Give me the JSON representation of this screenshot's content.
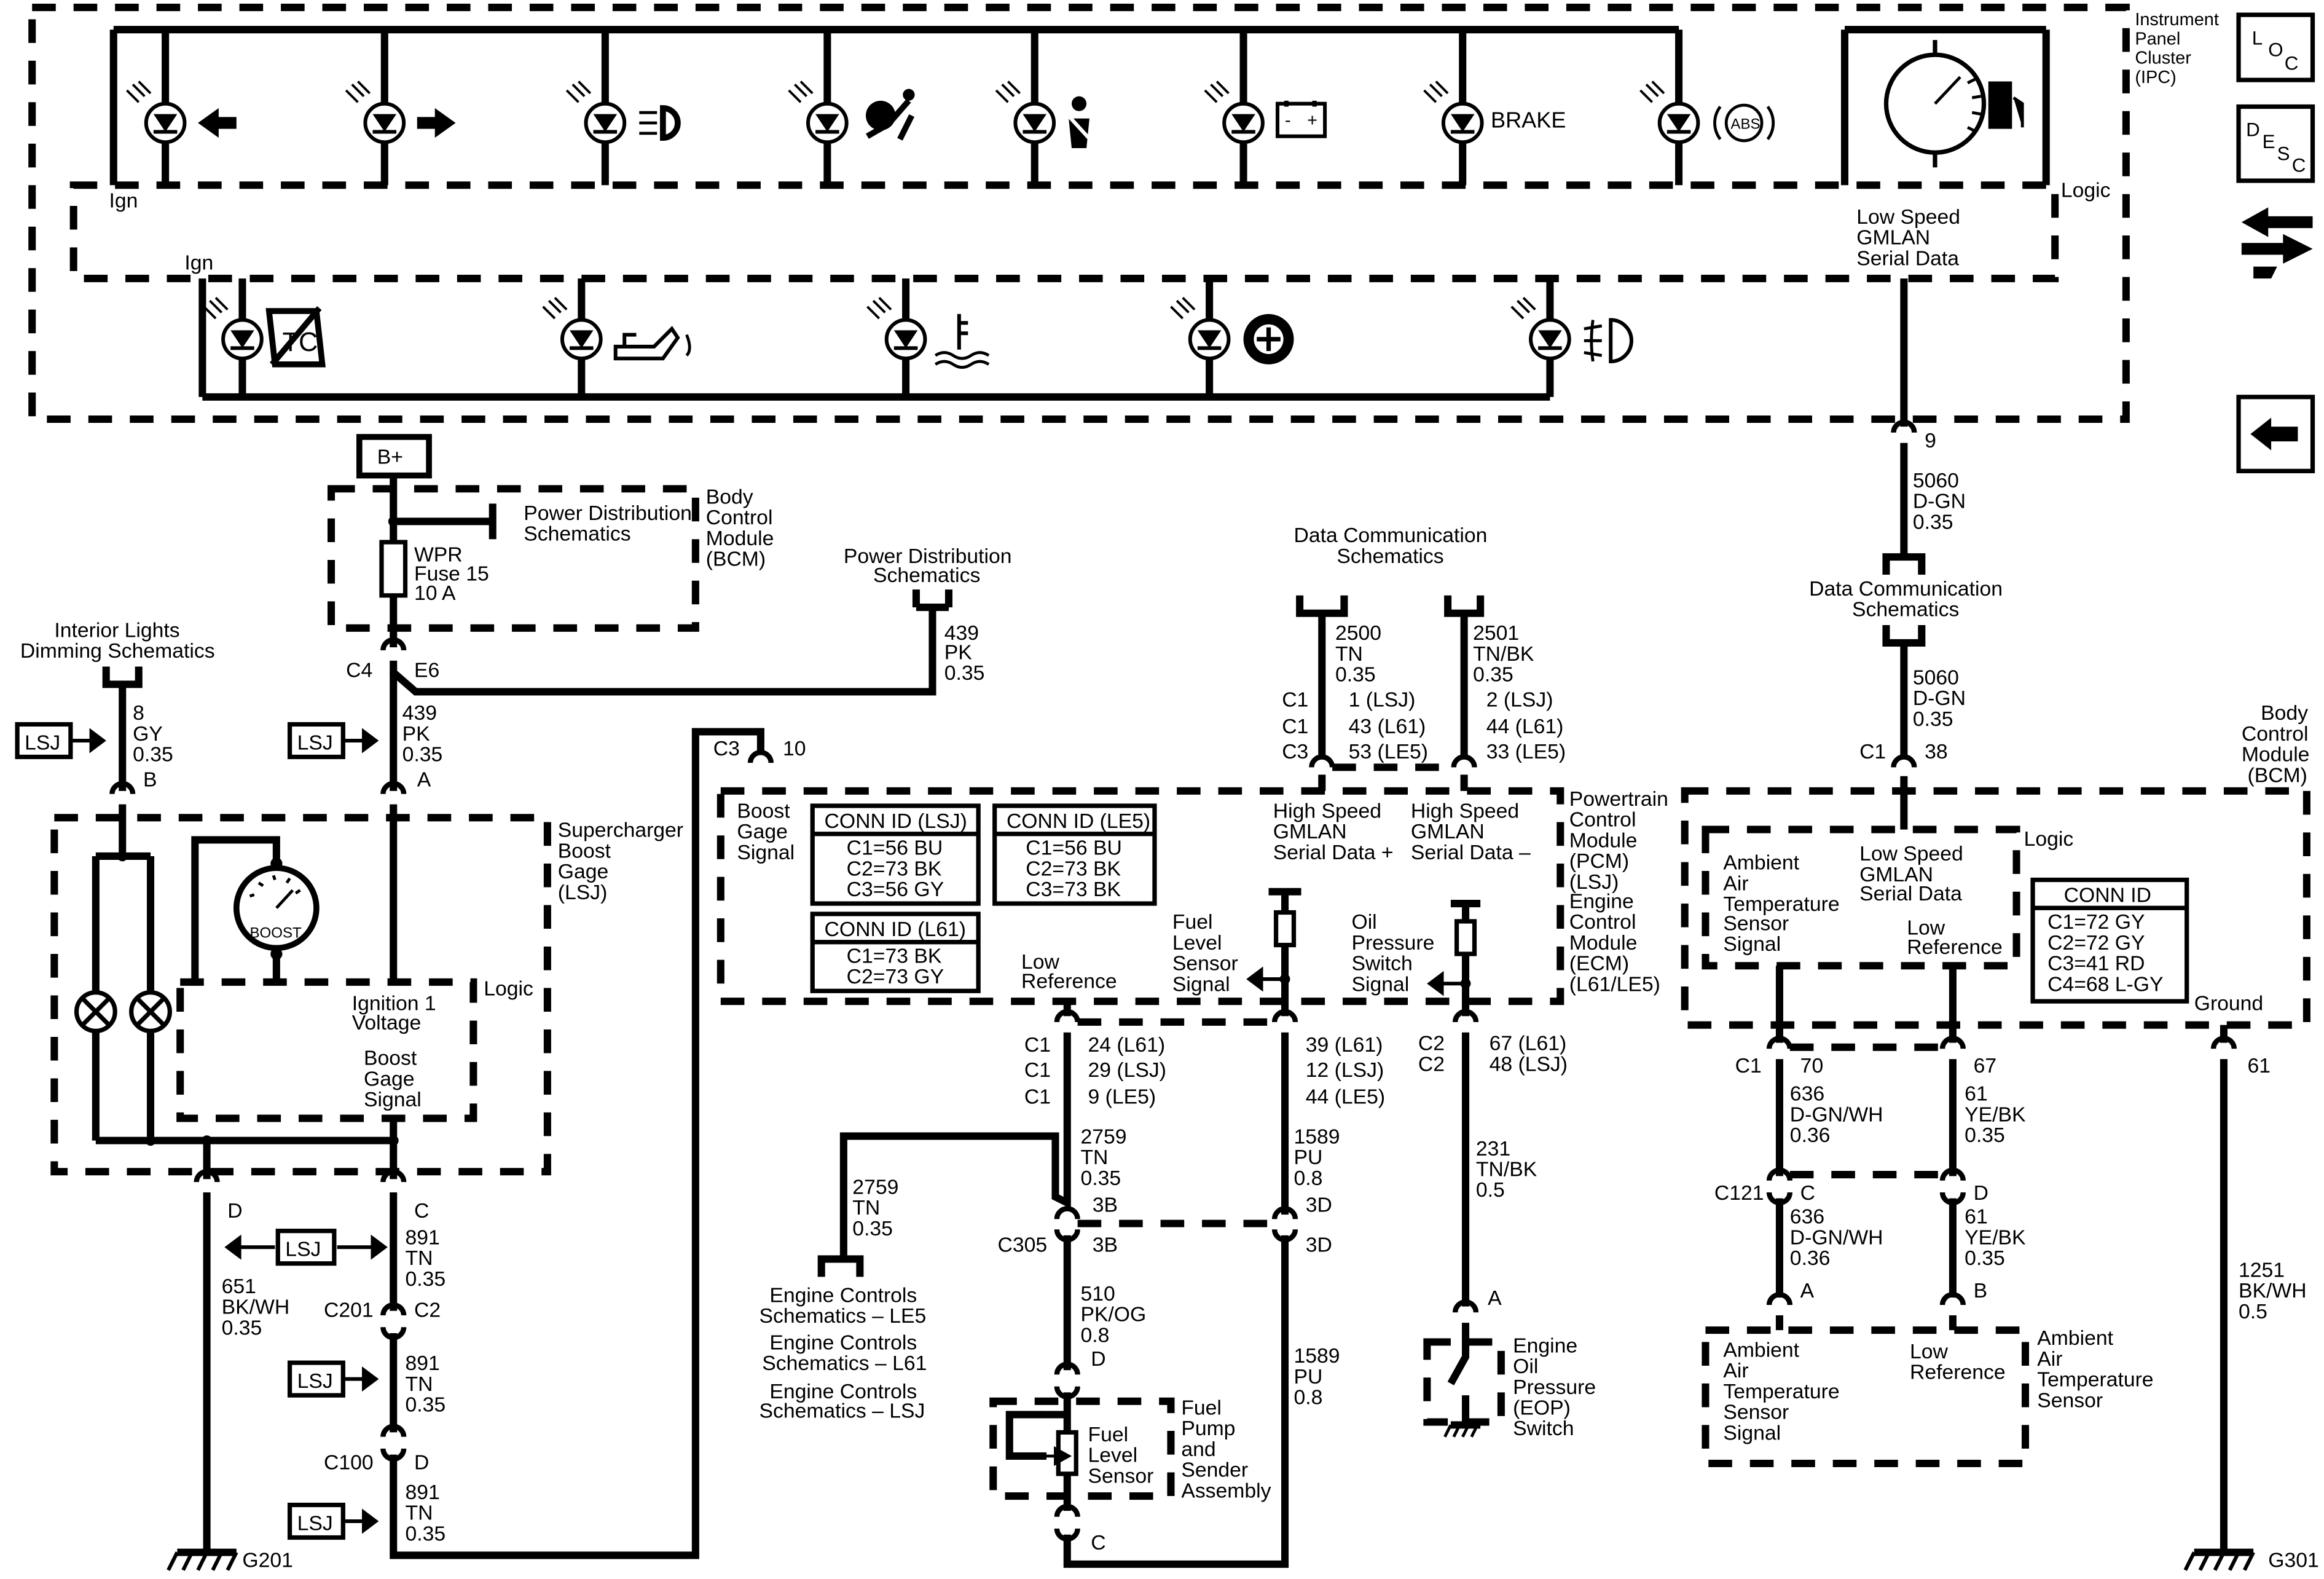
{
  "ipc": {
    "label": [
      "Instrument",
      "Panel",
      "Cluster",
      "(IPC)"
    ],
    "logic": "Logic",
    "ign_top": "Ign",
    "ign_bottom": "Ign",
    "brake": "BRAKE",
    "abs": "ABS",
    "lsgmlan": [
      "Low Speed",
      "GMLAN",
      "Serial Data"
    ]
  },
  "nav": {
    "loc": [
      "L",
      "O",
      "C"
    ],
    "desc": [
      "D",
      "E",
      "S",
      "C"
    ]
  },
  "bplus": "B+",
  "bcm_fuse": {
    "pds": [
      "Power Distribution",
      "Schematics"
    ],
    "module": [
      "Body",
      "Control",
      "Module",
      "(BCM)"
    ],
    "fuse": [
      "WPR",
      "Fuse 15",
      "10 A"
    ],
    "c4": "C4",
    "e6": "E6"
  },
  "pds_center": [
    "Power Distribution",
    "Schematics"
  ],
  "wire_439_right": [
    "439",
    "PK",
    "0.35"
  ],
  "wire_439_left": [
    "439",
    "PK",
    "0.35"
  ],
  "lsj": "LSJ",
  "interior": [
    "Interior Lights",
    "Dimming Schematics"
  ],
  "wire_8": [
    "8",
    "GY",
    "0.35"
  ],
  "pinB": "B",
  "pinA": "A",
  "boost": {
    "name": [
      "Supercharger",
      "Boost",
      "Gage",
      "(LSJ)"
    ],
    "gauge": "BOOST",
    "logic": "Logic",
    "ign1": [
      "Ignition 1",
      "Voltage"
    ],
    "sig": [
      "Boost",
      "Gage",
      "Signal"
    ]
  },
  "pinD": "D",
  "pinC": "C",
  "wire_651": [
    "651",
    "BK/WH",
    "0.35"
  ],
  "wire_891": [
    "891",
    "TN",
    "0.35"
  ],
  "c201": "C201",
  "c2": "C2",
  "c100": "C100",
  "g201": "G201",
  "dcs": [
    "Data Communication",
    "Schematics"
  ],
  "wire_2500": [
    "2500",
    "TN",
    "0.35"
  ],
  "wire_2501": [
    "2501",
    "TN/BK",
    "0.35"
  ],
  "pcm_pins_left": [
    [
      "C1",
      "1 (LSJ)"
    ],
    [
      "C1",
      "43 (L61)"
    ],
    [
      "C3",
      "53 (LE5)"
    ]
  ],
  "pcm_pins_right": [
    "2 (LSJ)",
    "44 (L61)",
    "33 (LE5)"
  ],
  "pcm": {
    "c3": "C3",
    "pin10": "10",
    "boost_sig": [
      "Boost",
      "Gage",
      "Signal"
    ],
    "hs_plus": [
      "High Speed",
      "GMLAN",
      "Serial Data +"
    ],
    "hs_minus": [
      "High Speed",
      "GMLAN",
      "Serial Data –"
    ],
    "name": [
      "Powertrain",
      "Control",
      "Module",
      "(PCM)",
      "(LSJ)",
      "Engine",
      "Control",
      "Module",
      "(ECM)",
      "(L61/LE5)"
    ],
    "fuel_sig": [
      "Fuel",
      "Level",
      "Sensor",
      "Signal"
    ],
    "oil_sig": [
      "Oil",
      "Pressure",
      "Switch",
      "Signal"
    ],
    "low_ref": [
      "Low",
      "Reference"
    ]
  },
  "conn_lsj": {
    "title": "CONN ID (LSJ)",
    "rows": [
      "C1=56 BU",
      "C2=73 BK",
      "C3=56 GY"
    ]
  },
  "conn_le5": {
    "title": "CONN ID (LE5)",
    "rows": [
      "C1=56 BU",
      "C2=73 BK",
      "C3=73 BK"
    ]
  },
  "conn_l61": {
    "title": "CONN ID (L61)",
    "rows": [
      "C1=73 BK",
      "C2=73 GY"
    ]
  },
  "lowref_pins": [
    [
      "C1",
      "24 (L61)"
    ],
    [
      "C1",
      "29 (LSJ)"
    ],
    [
      "C1",
      "9 (LE5)"
    ]
  ],
  "fuel_pins": [
    "39 (L61)",
    "12 (LSJ)",
    "44 (LE5)"
  ],
  "oil_pins": [
    [
      "C2",
      "67 (L61)"
    ],
    [
      "C2",
      "48 (LSJ)"
    ]
  ],
  "wire_2759a": [
    "2759",
    "TN",
    "0.35"
  ],
  "wire_2759b": [
    "2759",
    "TN",
    "0.35"
  ],
  "wire_1589a": [
    "1589",
    "PU",
    "0.8"
  ],
  "wire_1589b": [
    "1589",
    "PU",
    "0.8"
  ],
  "wire_231": [
    "231",
    "TN/BK",
    "0.5"
  ],
  "wire_510": [
    "510",
    "PK/OG",
    "0.8"
  ],
  "c305": "C305",
  "pin3b": "3B",
  "pin3d": "3D",
  "ecs": [
    "Engine Controls",
    "Schematics – LE5",
    "Engine Controls",
    "Schematics – L61",
    "Engine Controls",
    "Schematics – LSJ"
  ],
  "fuel_pump": {
    "sensor": [
      "Fuel",
      "Level",
      "Sensor"
    ],
    "name": [
      "Fuel",
      "Pump",
      "and",
      "Sender",
      "Assembly"
    ],
    "pinD": "D",
    "pinC": "C"
  },
  "eop": {
    "pinA": "A",
    "name": [
      "Engine",
      "Oil",
      "Pressure",
      "(EOP)",
      "Switch"
    ]
  },
  "right": {
    "pin9": "9",
    "wire_5060a": [
      "5060",
      "D-GN",
      "0.35"
    ],
    "wire_5060b": [
      "5060",
      "D-GN",
      "0.35"
    ],
    "c1": "C1",
    "pin38": "38",
    "bcm_name": [
      "Body",
      "Control",
      "Module",
      "(BCM)"
    ],
    "logic": "Logic",
    "aat_sig": [
      "Ambient",
      "Air",
      "Temperature",
      "Sensor",
      "Signal"
    ],
    "lsgmlan": [
      "Low Speed",
      "GMLAN",
      "Serial Data"
    ],
    "lowref": [
      "Low",
      "Reference"
    ],
    "ground": "Ground",
    "pin70": "70",
    "pin67": "67",
    "pin61": "61",
    "wire_636a": [
      "636",
      "D-GN/WH",
      "0.36"
    ],
    "wire_61a": [
      "61",
      "YE/BK",
      "0.35"
    ],
    "c121": "C121",
    "pinC": "C",
    "pinD": "D",
    "wire_636b": [
      "636",
      "D-GN/WH",
      "0.36"
    ],
    "wire_61b": [
      "61",
      "YE/BK",
      "0.35"
    ],
    "pinA": "A",
    "pinB": "B",
    "wire_1251": [
      "1251",
      "BK/WH",
      "0.5"
    ],
    "g301": "G301",
    "sensor_sig": [
      "Ambient",
      "Air",
      "Temperature",
      "Sensor",
      "Signal"
    ],
    "sensor_lowref": [
      "Low",
      "Reference"
    ],
    "sensor_name": [
      "Ambient",
      "Air",
      "Temperature",
      "Sensor"
    ]
  },
  "conn_bcm": {
    "title": "CONN ID",
    "rows": [
      "C1=72 GY",
      "C2=72 GY",
      "C3=41 RD",
      "C4=68 L-GY"
    ]
  }
}
